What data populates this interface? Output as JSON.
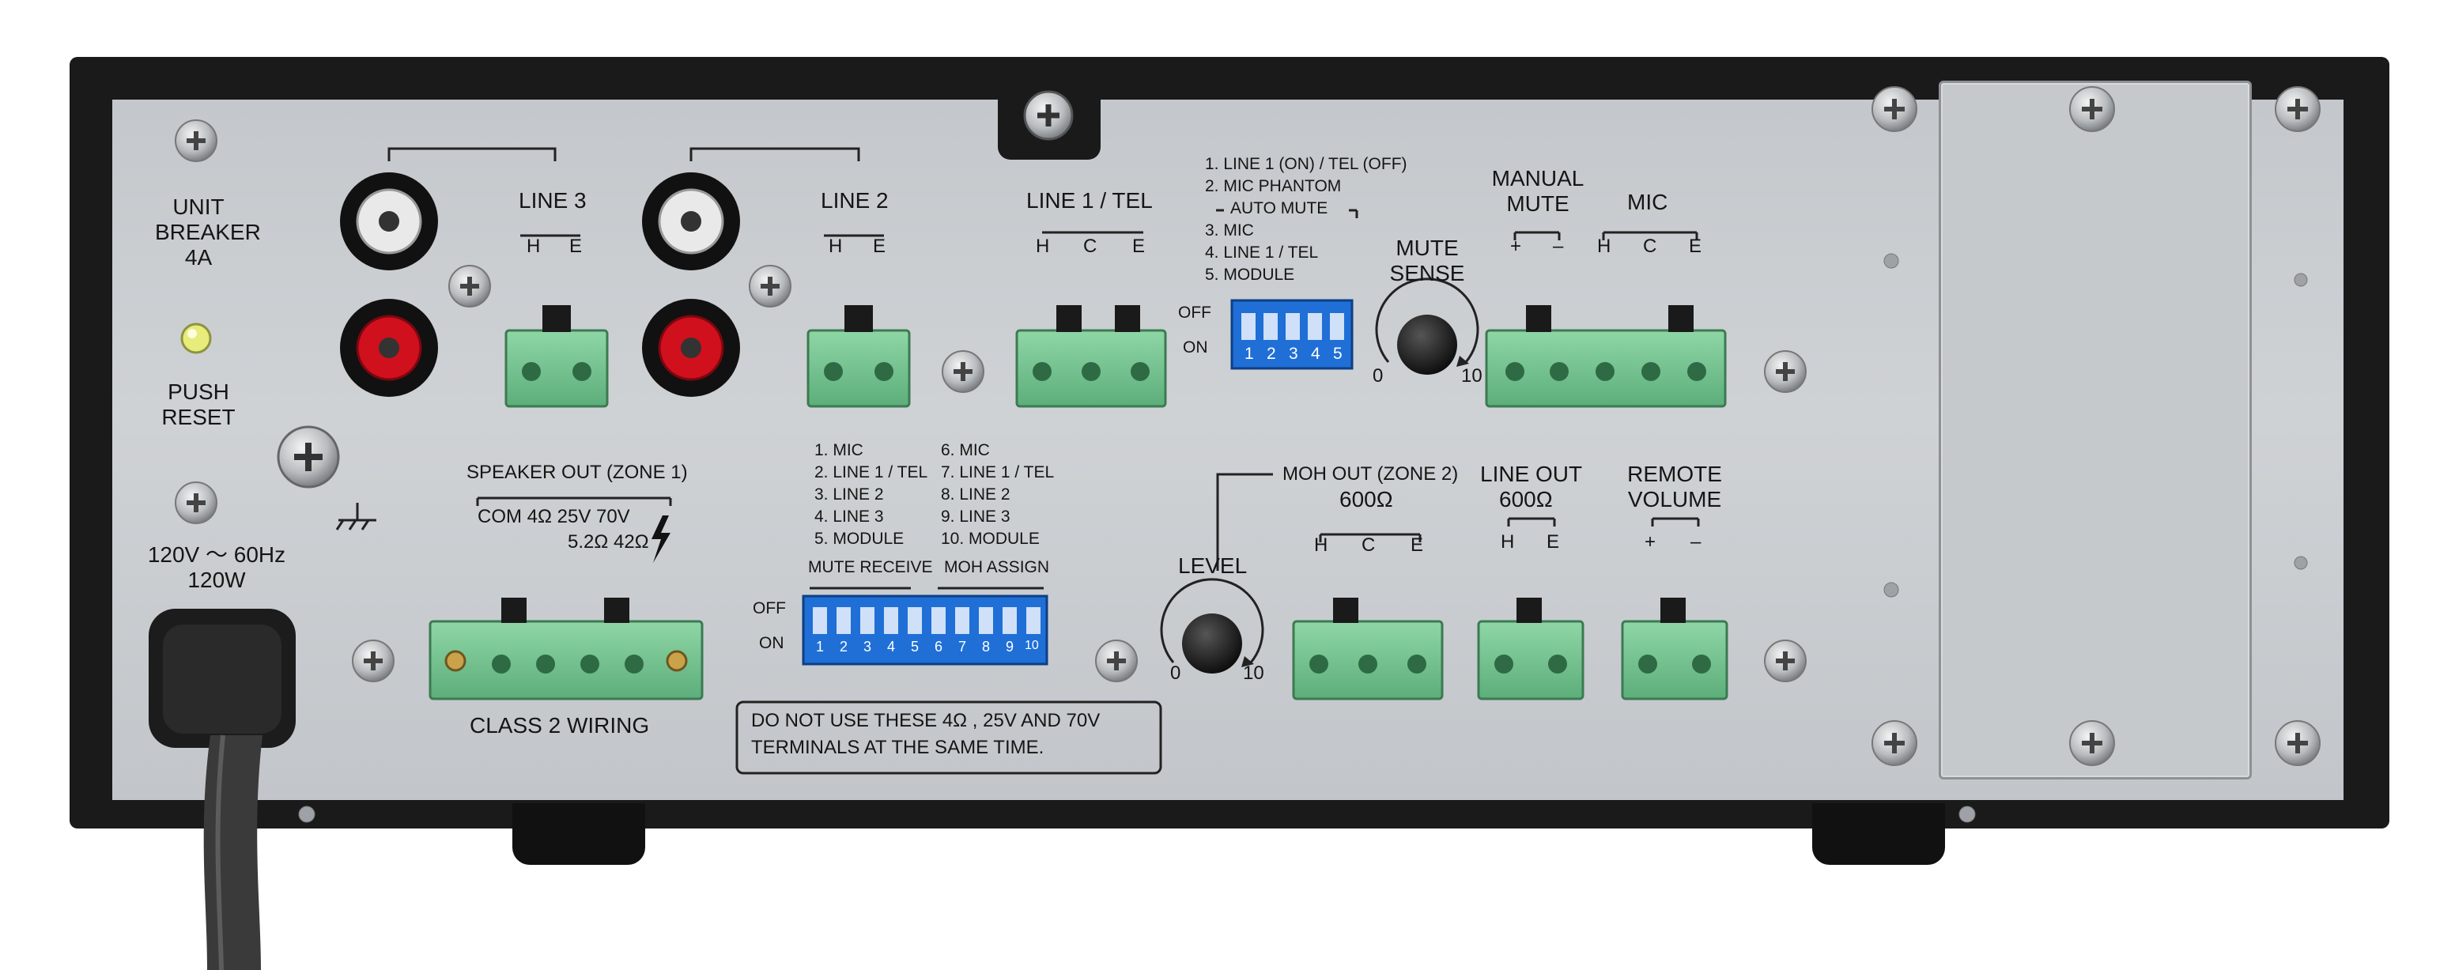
{
  "left": {
    "unit_breaker": [
      "UNIT",
      "BREAKER",
      "4A"
    ],
    "push_reset": [
      "PUSH",
      "RESET"
    ],
    "power": [
      "120V 〜 60Hz",
      "120W"
    ]
  },
  "line3": {
    "title": "LINE 3",
    "h": "H",
    "e": "E"
  },
  "line2": {
    "title": "LINE 2",
    "h": "H",
    "e": "E"
  },
  "line1": {
    "title": "LINE 1 / TEL",
    "h": "H",
    "c": "C",
    "e": "E"
  },
  "dip5": {
    "items": [
      "1. LINE 1 (ON) / TEL (OFF)",
      "2. MIC PHANTOM",
      "AUTO MUTE",
      "3. MIC",
      "4. LINE 1 / TEL",
      "5. MODULE"
    ],
    "off": "OFF",
    "on": "ON",
    "numbers": [
      "1",
      "2",
      "3",
      "4",
      "5"
    ]
  },
  "mute_sense": {
    "title": [
      "MUTE",
      "SENSE"
    ],
    "min": "0",
    "max": "10"
  },
  "manual_mute": {
    "title": [
      "MANUAL",
      "MUTE"
    ],
    "plus": "+",
    "minus": "–"
  },
  "mic": {
    "title": "MIC",
    "h": "H",
    "c": "C",
    "e": "E"
  },
  "speaker": {
    "title": "SPEAKER OUT (ZONE 1)",
    "row1": "COM 4Ω   25V  70V",
    "row2": "5.2Ω  42Ω",
    "class2": "CLASS 2 WIRING"
  },
  "dip10": {
    "col1": [
      "1. MIC",
      "2. LINE 1 / TEL",
      "3. LINE 2",
      "4. LINE 3",
      "5. MODULE"
    ],
    "col2": [
      "6. MIC",
      "7. LINE 1 / TEL",
      "8. LINE 2",
      "9. LINE 3",
      "10. MODULE"
    ],
    "mute_receive": "MUTE RECEIVE",
    "moh_assign": "MOH  ASSIGN",
    "off": "OFF",
    "on": "ON",
    "numbers": [
      "1",
      "2",
      "3",
      "4",
      "5",
      "6",
      "7",
      "8",
      "9",
      "10"
    ]
  },
  "warning": [
    "DO NOT USE THESE 4Ω , 25V AND 70V",
    "TERMINALS AT THE SAME TIME."
  ],
  "level": {
    "title": "LEVEL",
    "min": "0",
    "max": "10"
  },
  "moh_out": {
    "title": "MOH OUT (ZONE 2)",
    "imp": "600Ω",
    "h": "H",
    "c": "C",
    "e": "E"
  },
  "line_out": {
    "title": "LINE OUT",
    "imp": "600Ω",
    "h": "H",
    "e": "E"
  },
  "remote": {
    "title": [
      "REMOTE",
      "VOLUME"
    ],
    "plus": "+",
    "minus": "–"
  },
  "colors": {
    "panel": "#c9cdd0",
    "chassis": "#1a1a1a",
    "terminal": "#73c48f",
    "dip": "#1f6fd6",
    "rca_red": "#d0101c"
  }
}
